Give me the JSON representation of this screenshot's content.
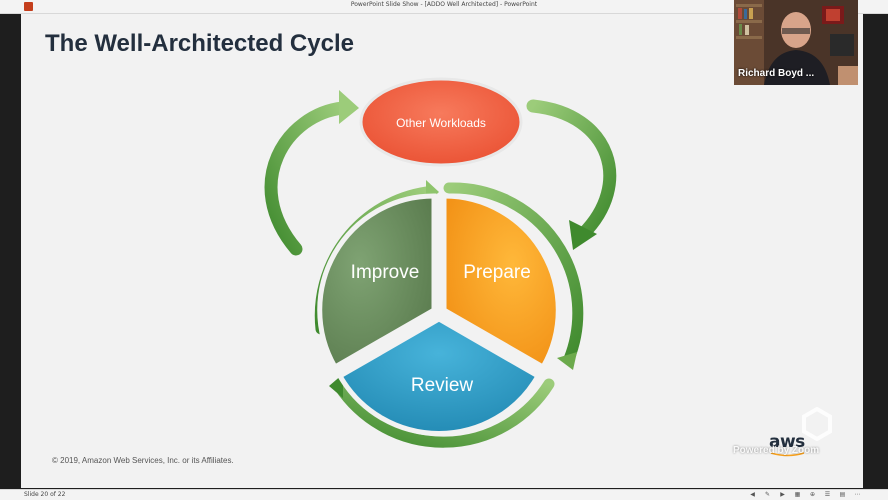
{
  "window": {
    "title": "PowerPoint Slide Show - [ADDO Well Architected] - PowerPoint"
  },
  "slide": {
    "title": "The Well-Architected Cycle",
    "copyright": "© 2019, Amazon Web Services, Inc. or its Affiliates.",
    "logo_text": "aws",
    "diagram": {
      "top_node": "Other Workloads",
      "segments": [
        "Improve",
        "Prepare",
        "Review"
      ]
    }
  },
  "status": {
    "slide_indicator": "Slide 20 of 22"
  },
  "zoom": {
    "participant_name": "Richard Boyd ...",
    "watermark": "Powered by Zoom"
  },
  "colors": {
    "improve": "#6b8f5e",
    "prepare": "#f7a01c",
    "review": "#2c9cc6",
    "top_node": "#f06044",
    "arrow": "#4e9a36",
    "title": "#232f3e"
  }
}
